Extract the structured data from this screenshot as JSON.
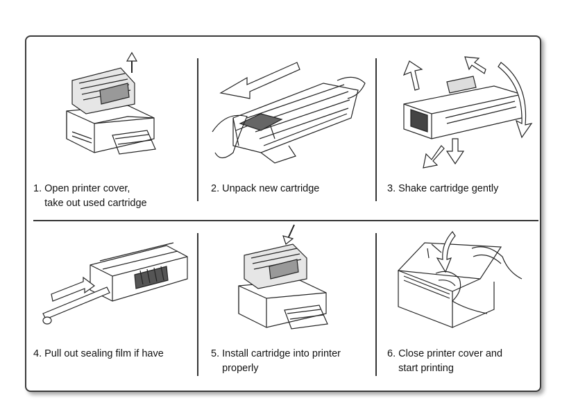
{
  "steps": [
    {
      "line1": "1. Open printer cover,",
      "line2": "    take out used cartridge",
      "icon": "open-printer"
    },
    {
      "line1": "2. Unpack new cartridge",
      "line2": "",
      "icon": "unpack-cartridge"
    },
    {
      "line1": "3. Shake cartridge gently",
      "line2": "",
      "icon": "shake-cartridge"
    },
    {
      "line1": "4. Pull out sealing film if have",
      "line2": "",
      "icon": "pull-film"
    },
    {
      "line1": "5. Install cartridge into printer",
      "line2": "    properly",
      "icon": "install-cartridge"
    },
    {
      "line1": "6. Close printer cover and",
      "line2": "    start printing",
      "icon": "close-cover"
    }
  ]
}
